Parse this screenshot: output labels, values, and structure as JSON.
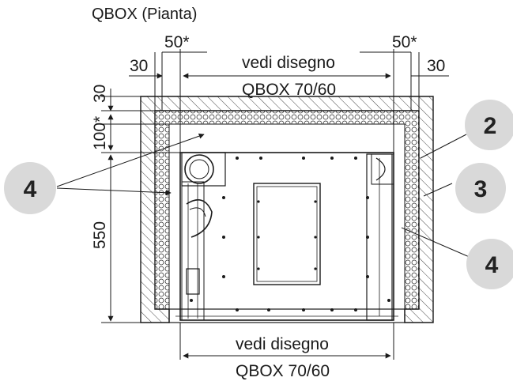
{
  "diagram": {
    "title": "QBOX (Pianta)",
    "dimensions": {
      "top_50_left": "50*",
      "top_50_right": "50*",
      "top_30_left": "30",
      "top_30_right": "30",
      "top_span_line1": "vedi disegno",
      "top_span_line2": "QBOX 70/60",
      "left_30": "30",
      "left_100": "100*",
      "left_550": "550",
      "bottom_span_line1": "vedi disegno",
      "bottom_span_line2": "QBOX 70/60"
    },
    "callouts": {
      "badge_left": "4",
      "badge_right_top": "2",
      "badge_right_mid": "3",
      "badge_right_bottom": "4"
    },
    "colors": {
      "line": "#1a1a1a",
      "badge_fill": "#d9d9d9",
      "hatch": "#444444"
    }
  }
}
